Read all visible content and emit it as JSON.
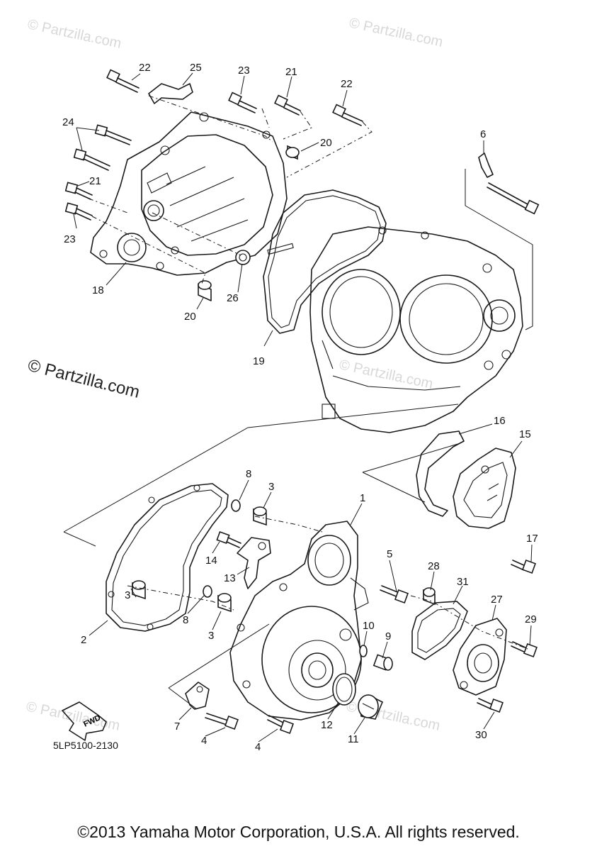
{
  "diagram": {
    "watermarks": {
      "main": "© Partzilla.com",
      "faint": "© Partzilla.com"
    },
    "fwd_label": "FWD",
    "diagram_code": "5LP5100-2130",
    "copyright": "©2013 Yamaha Motor Corporation, U.S.A. All rights reserved.",
    "callouts": {
      "c1": "1",
      "c2": "2",
      "c3a": "3",
      "c3b": "3",
      "c3c": "3",
      "c4a": "4",
      "c4b": "4",
      "c5": "5",
      "c6": "6",
      "c7": "7",
      "c8a": "8",
      "c8b": "8",
      "c9": "9",
      "c10": "10",
      "c11": "11",
      "c12": "12",
      "c13": "13",
      "c14": "14",
      "c15": "15",
      "c16": "16",
      "c17": "17",
      "c18": "18",
      "c19": "19",
      "c20a": "20",
      "c20b": "20",
      "c21a": "21",
      "c21b": "21",
      "c22a": "22",
      "c22b": "22",
      "c23a": "23",
      "c23b": "23",
      "c24": "24",
      "c25": "25",
      "c26": "26",
      "c27": "27",
      "c28": "28",
      "c29": "29",
      "c30": "30",
      "c31": "31"
    }
  }
}
